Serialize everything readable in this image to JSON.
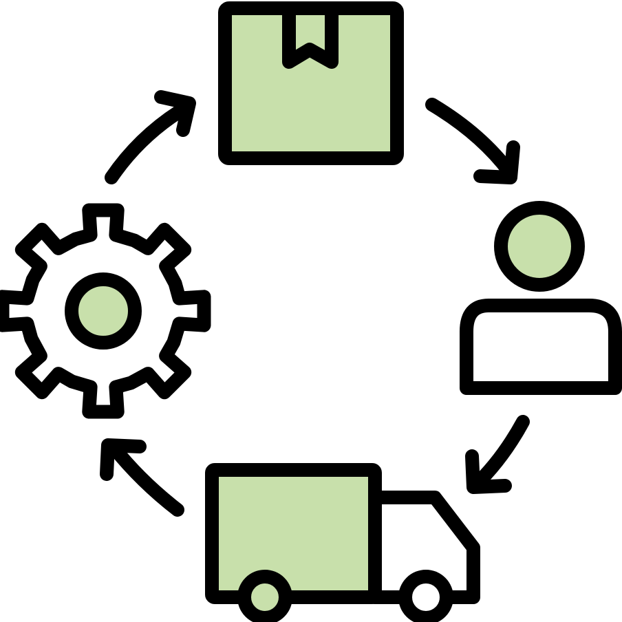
{
  "diagram": {
    "type": "cycle",
    "nodes": [
      {
        "id": "box",
        "icon": "package-box-icon"
      },
      {
        "id": "person",
        "icon": "customer-person-icon"
      },
      {
        "id": "truck",
        "icon": "delivery-truck-icon"
      },
      {
        "id": "gear",
        "icon": "gear-icon"
      }
    ],
    "edges": [
      {
        "from": "box",
        "to": "person"
      },
      {
        "from": "person",
        "to": "truck"
      },
      {
        "from": "truck",
        "to": "gear"
      },
      {
        "from": "gear",
        "to": "box"
      }
    ]
  },
  "colors": {
    "ink": "#000000",
    "accent": "#c8e0ab",
    "background": "#ffffff"
  }
}
